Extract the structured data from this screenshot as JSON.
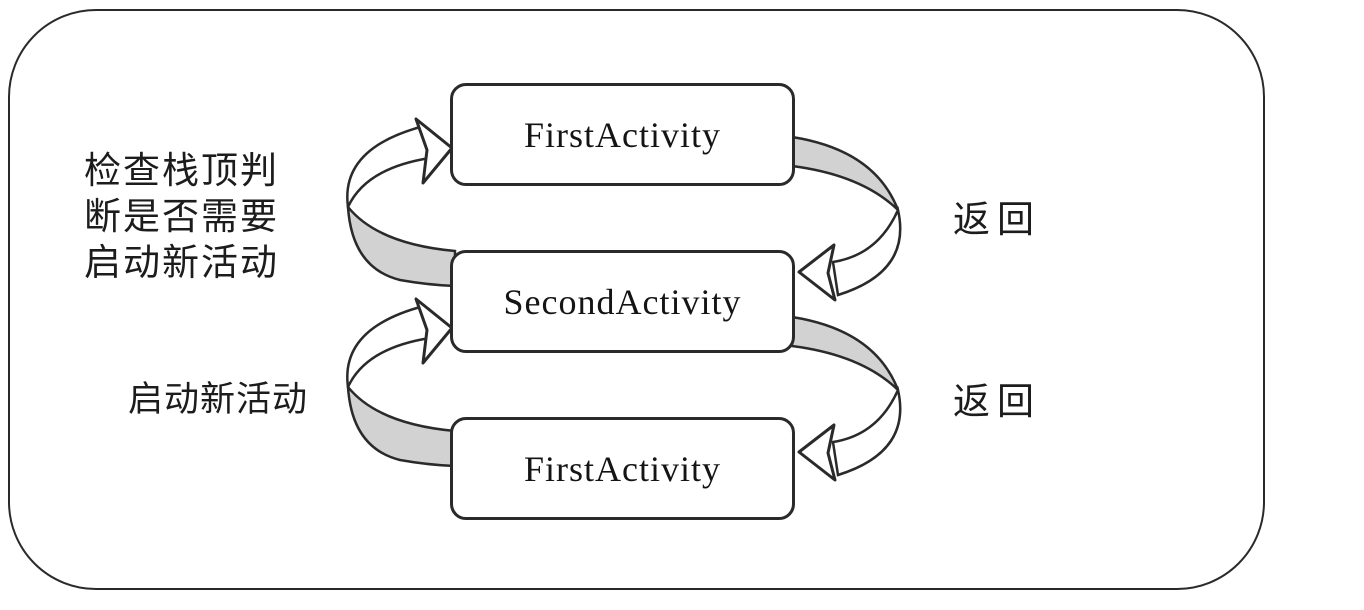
{
  "diagram": {
    "boxes": [
      {
        "label": "FirstActivity"
      },
      {
        "label": "SecondActivity"
      },
      {
        "label": "FirstActivity"
      }
    ],
    "labels": {
      "check_stack_lines": [
        "检查栈顶判",
        "断是否需要",
        "启动新活动"
      ],
      "launch_new": "启动新活动",
      "back_upper": "返回",
      "back_lower": "返回"
    },
    "arrows": [
      {
        "name": "check-stack-loop",
        "from": "SecondActivity",
        "to": "FirstActivity (top)",
        "side": "left"
      },
      {
        "name": "back-upper",
        "from": "FirstActivity (top)",
        "to": "SecondActivity",
        "side": "right"
      },
      {
        "name": "launch-new",
        "from": "FirstActivity (bottom)",
        "to": "SecondActivity",
        "side": "left"
      },
      {
        "name": "back-lower",
        "from": "SecondActivity",
        "to": "FirstActivity (bottom)",
        "side": "right"
      }
    ],
    "colors": {
      "stroke": "#2a2a2a",
      "arrow_shade": "#d2d2d2",
      "box_fill": "#ffffff",
      "background": "#ffffff"
    }
  }
}
